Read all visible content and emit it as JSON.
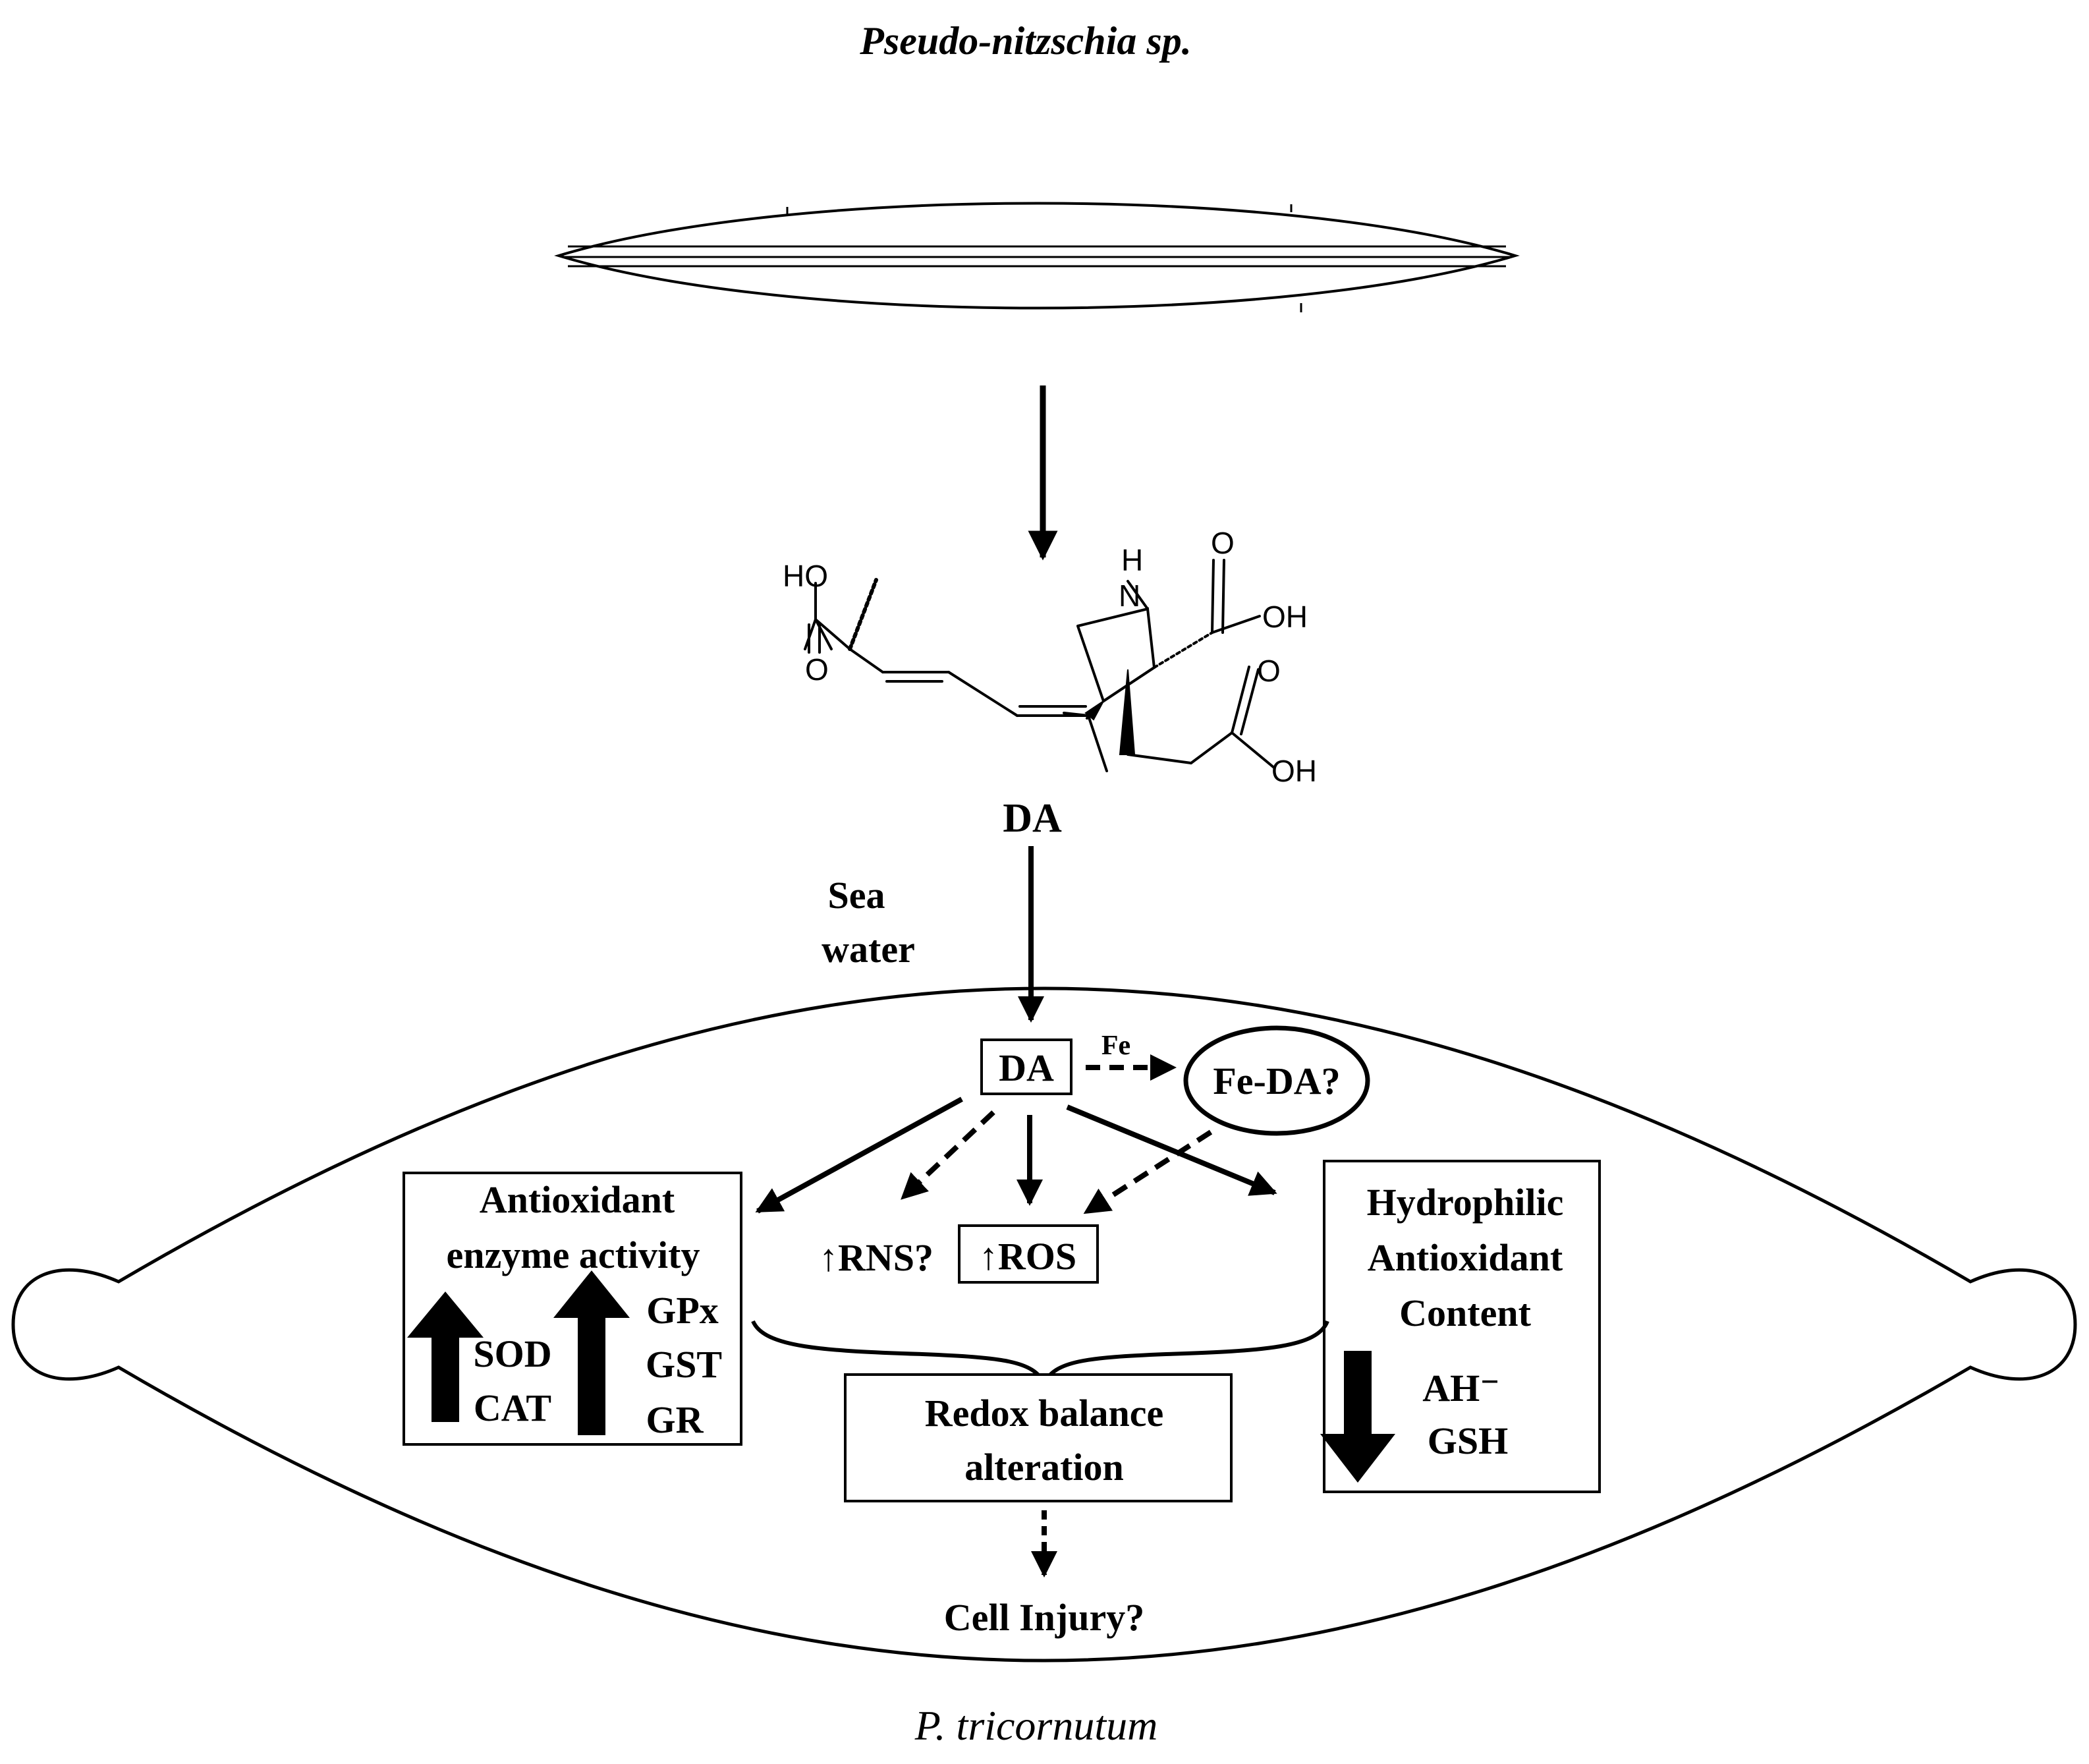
{
  "labels": {
    "source_organism": "Pseudo-nitzschia sp.",
    "target_organism": "P. tricornutum",
    "toxin_name": "DA",
    "medium_line1": "Sea",
    "medium_line2": "water",
    "intracellular_da": "DA",
    "iron": "Fe",
    "iron_complex": "Fe-DA?",
    "rns": "↑RNS?",
    "ros": "↑ROS",
    "cell_injury": "Cell Injury?"
  },
  "molecule": {
    "ho_left": "HO",
    "o_left": "O",
    "n_ring": "N",
    "h_ring": "H",
    "o_top": "O",
    "oh_top": "OH",
    "o_bottom": "O",
    "oh_bottom": "OH"
  },
  "boxes": {
    "enzyme": {
      "title_line1": "Antioxidant",
      "title_line2": "enzyme activity",
      "group1": [
        "SOD",
        "CAT"
      ],
      "group2": [
        "GPx",
        "GST",
        "GR"
      ]
    },
    "redox": {
      "line1": "Redox balance",
      "line2": "alteration"
    },
    "hydrophilic": {
      "line1": "Hydrophilic",
      "line2": "Antioxidant",
      "line3": "Content",
      "items": [
        "AH⁻",
        "GSH"
      ]
    }
  }
}
